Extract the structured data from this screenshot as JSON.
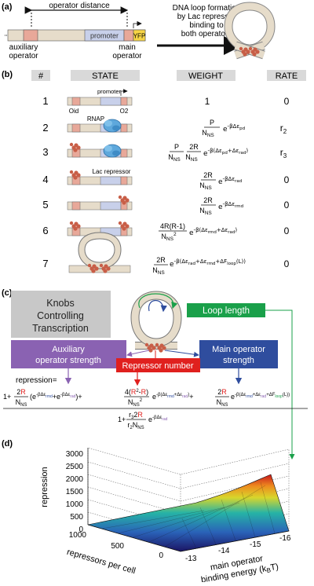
{
  "panel_a": {
    "label": "(a)",
    "distance_label": "operator distance",
    "promoter": "promoter",
    "yfp": "YFP",
    "aux_l1": "auxiliary",
    "aux_l2": "operator",
    "main_l1": "main",
    "main_l2": "operator",
    "loop_l1": "DNA loop formation",
    "loop_l2": "by Lac repressor",
    "loop_l3": "binding to",
    "loop_l4": "both operators"
  },
  "panel_b": {
    "label": "(b)",
    "headers": {
      "num": "#",
      "state": "STATE",
      "weight": "WEIGHT",
      "rate": "RATE"
    },
    "oid": "Oid",
    "o2": "O2",
    "promoter": "promoter",
    "rnap": "RNAP",
    "lac": "Lac repressor",
    "rows": [
      {
        "num": "1",
        "weight": "1",
        "rate": "0"
      },
      {
        "num": "2",
        "w_num": "P",
        "w_den": "N",
        "w_den_sub": "NS",
        "w_exp": "-βΔε",
        "w_exp_sub": "pd",
        "rate": "r",
        "rate_sub": "2"
      },
      {
        "num": "3",
        "w_a": "P",
        "w_b": "2R",
        "w_den": "N",
        "w_den_sub": "NS",
        "w_exp": "-β(Δε",
        "w_exp_s1": "pd",
        "w_exp_mid": "+Δε",
        "w_exp_s2": "rad",
        "w_exp_end": ")",
        "rate": "r",
        "rate_sub": "3"
      },
      {
        "num": "4",
        "w_num": "2R",
        "w_den": "N",
        "w_den_sub": "NS",
        "w_exp": "-βΔε",
        "w_exp_sub": "rad",
        "rate": "0"
      },
      {
        "num": "5",
        "w_num": "2R",
        "w_den": "N",
        "w_den_sub": "NS",
        "w_exp": "-βΔε",
        "w_exp_sub": "rmd",
        "rate": "0"
      },
      {
        "num": "6",
        "w_num": "4R(R-1)",
        "w_den": "N",
        "w_den_sub": "NS",
        "w_den_sup": "2",
        "w_exp": "-β(Δε",
        "w_exp_s1": "rmd",
        "w_exp_mid": "+Δε",
        "w_exp_s2": "rad",
        "w_exp_end": ")",
        "rate": "0"
      },
      {
        "num": "7",
        "w_lead": "2R",
        "w_den": "N",
        "w_den_sub": "NS",
        "w_exp": "-β(Δε",
        "w_exp_s1": "rad",
        "w_exp_mid": "+Δε",
        "w_exp_s2": "rmd",
        "w_exp_mid2": "+ΔF",
        "w_exp_s3": "loop",
        "w_exp_end": "(L))",
        "rate": "0"
      }
    ]
  },
  "panel_c": {
    "label": "(c)",
    "knobs_l1": "Knobs",
    "knobs_l2": "Controlling",
    "knobs_l3": "Transcription",
    "loop_length": "Loop length",
    "aux_l1": "Auxiliary",
    "aux_l2": "operator strength",
    "main_l1": "Main operator",
    "main_l2": "strength",
    "repressor_number": "Repressor number",
    "repression_label": "repression=",
    "colors": {
      "purple": "#8a62b2",
      "red": "#e0201e",
      "blue": "#2f4d9e",
      "green": "#1aa04a",
      "gray": "#c8c8c8"
    }
  },
  "panel_d": {
    "label": "(d)",
    "zlabel": "repression",
    "xlabel": "repressors per cell",
    "ylabel_l1": "main operator",
    "ylabel_l2": "binding energy (k",
    "ylabel_sub": "B",
    "ylabel_end": "T)",
    "zticks": [
      "3000",
      "2500",
      "2000",
      "1500",
      "1000",
      "500",
      "0"
    ],
    "xticks": [
      "1000",
      "500",
      "0"
    ],
    "yticks": [
      "-13",
      "-14",
      "-15",
      "-16"
    ]
  }
}
